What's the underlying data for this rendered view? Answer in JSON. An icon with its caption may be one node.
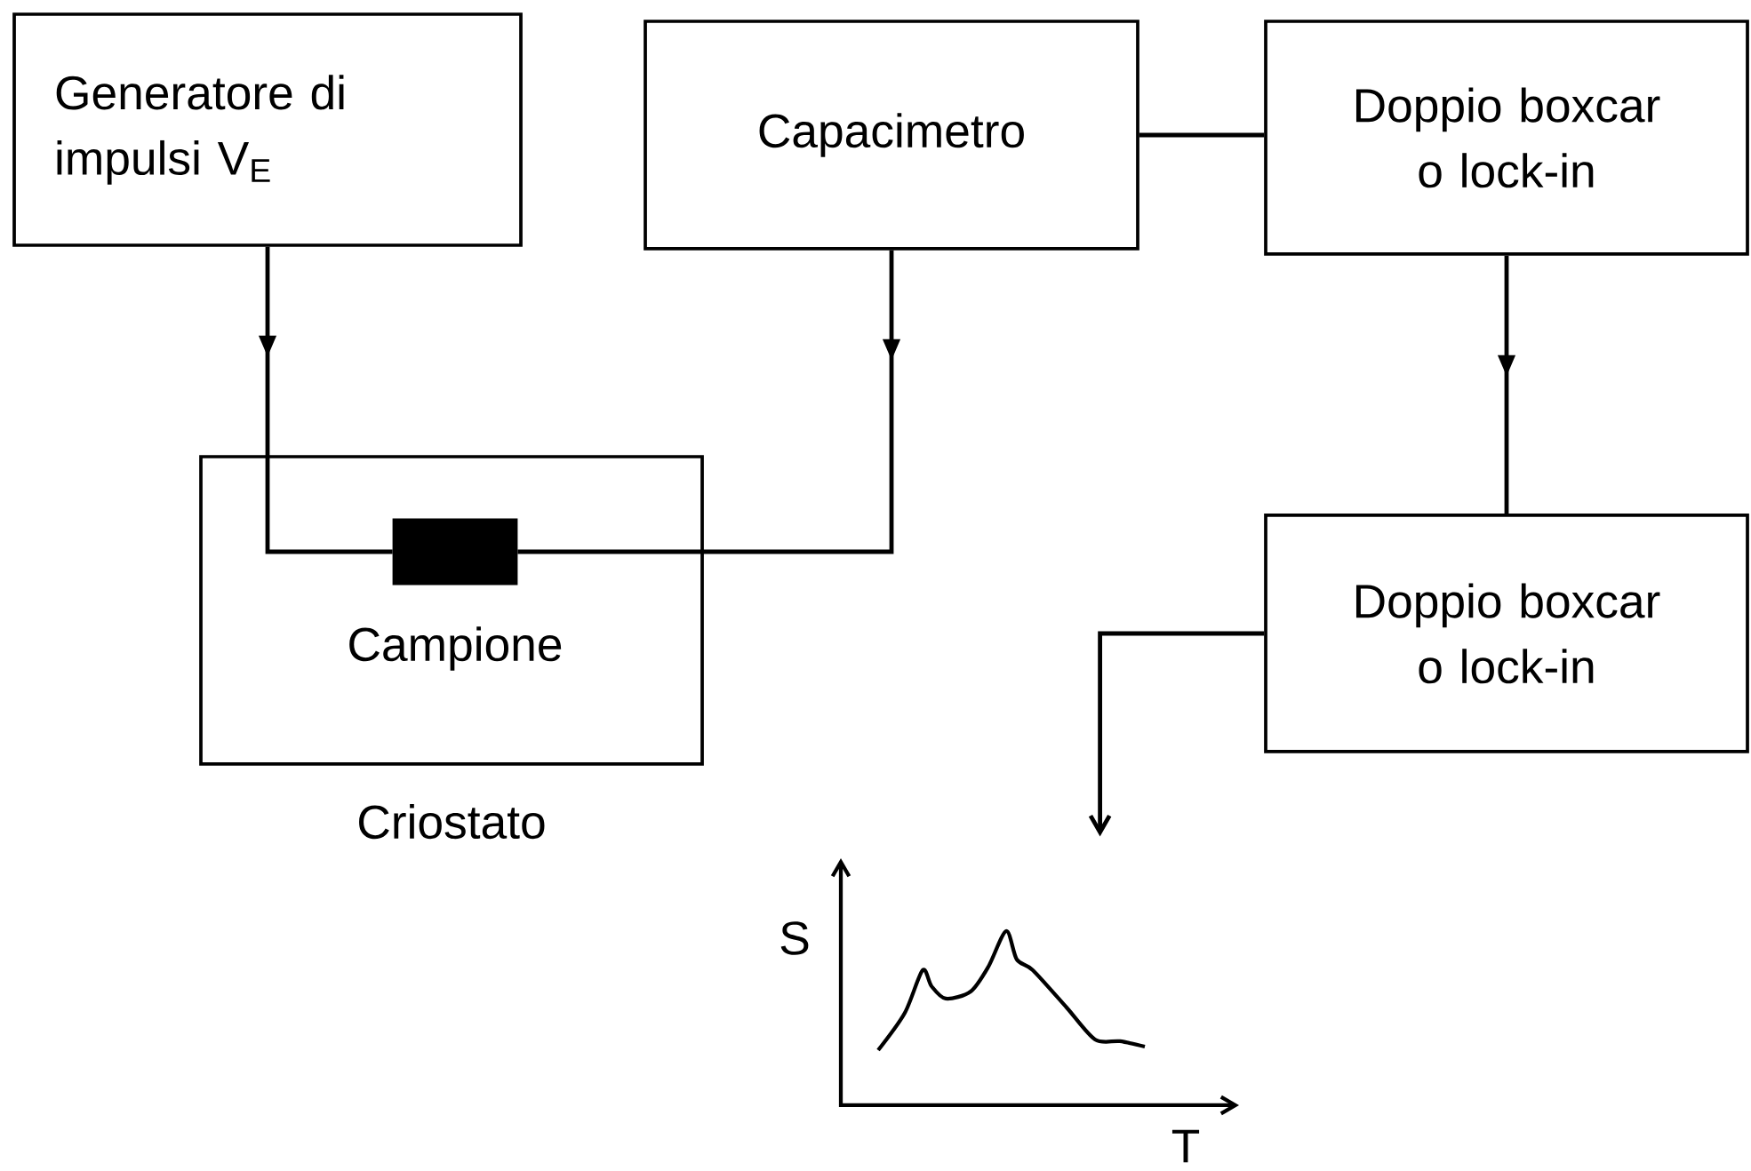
{
  "diagram": {
    "nodes": [
      {
        "text": [
          "Generatore di impulsi V$_{E}$"
        ]
      },
      {
        "text": [
          "Capacimetro"
        ]
      },
      {
        "text": [
          "Doppio boxcar o lock-in"
        ]
      },
      {
        "text": [
          "Criostato"
        ]
      },
      {
        "text": [],
        "shape": "box",
        "beside": [
          "Campione"
        ],
        "in": 3
      },
      {
        "text": [
          "Doppio boxcar o lock-in"
        ]
      },
      {
        "text": [],
        "shape": "picture",
        "beside": [
          "S",
          "T"
        ]
      }
    ],
    "edges": [
      {
        "from": 0,
        "to": 4,
        "arrow": "to"
      },
      {
        "from": 1,
        "to": 4,
        "arrow": "to"
      },
      {
        "from": 1,
        "to": 2,
        "arrow": "none"
      },
      {
        "from": 2,
        "to": 5,
        "arrow": "to"
      },
      {
        "from": 5,
        "to": 6,
        "arrow": "to"
      }
    ]
  }
}
